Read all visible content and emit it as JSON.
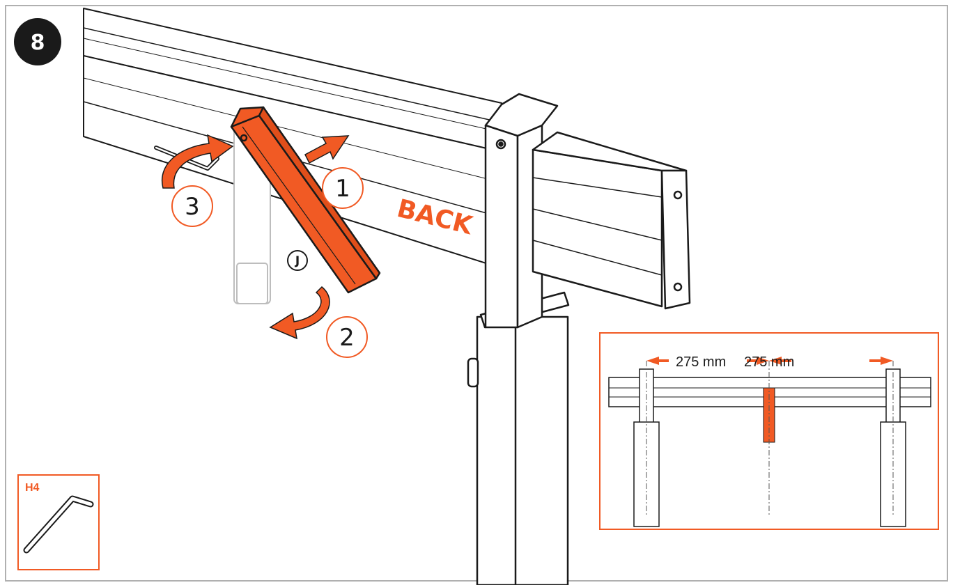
{
  "step_number": "8",
  "back_label": "BACK",
  "part_label": "J",
  "actions": [
    {
      "label": "1"
    },
    {
      "label": "2"
    },
    {
      "label": "3"
    }
  ],
  "tool": {
    "label": "H4",
    "icon": "hex-key-icon"
  },
  "detail": {
    "left_dimension": "275 mm",
    "right_dimension": "275 mm"
  },
  "colors": {
    "accent": "#f15a24",
    "ink": "#1a1a1a",
    "frame_border": "#b0b0b0"
  }
}
